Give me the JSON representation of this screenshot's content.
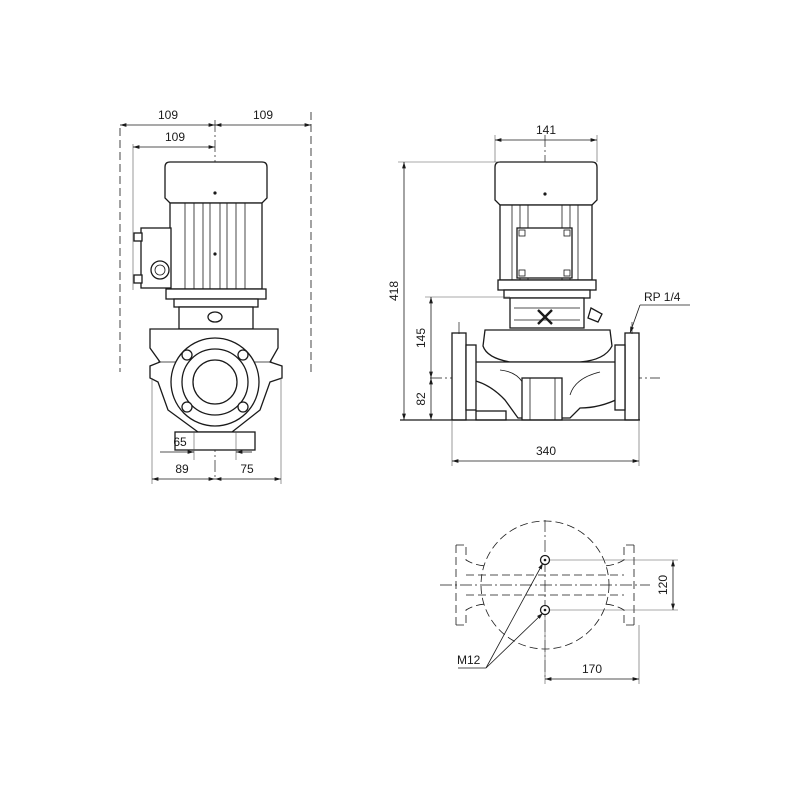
{
  "dimensions": {
    "front_width_left": "109",
    "front_width_right": "109",
    "front_terminal_box": "109",
    "front_port_left": "65",
    "front_base_left": "89",
    "front_base_right": "75",
    "side_motor_width": "141",
    "side_total_height": "418",
    "side_body_height": "145",
    "side_axis_height": "82",
    "side_port_span": "340",
    "side_vent_thread": "RP 1/4",
    "base_bolt_spacing": "120",
    "base_bolt_thread": "M12",
    "base_bolt_offset": "170"
  }
}
